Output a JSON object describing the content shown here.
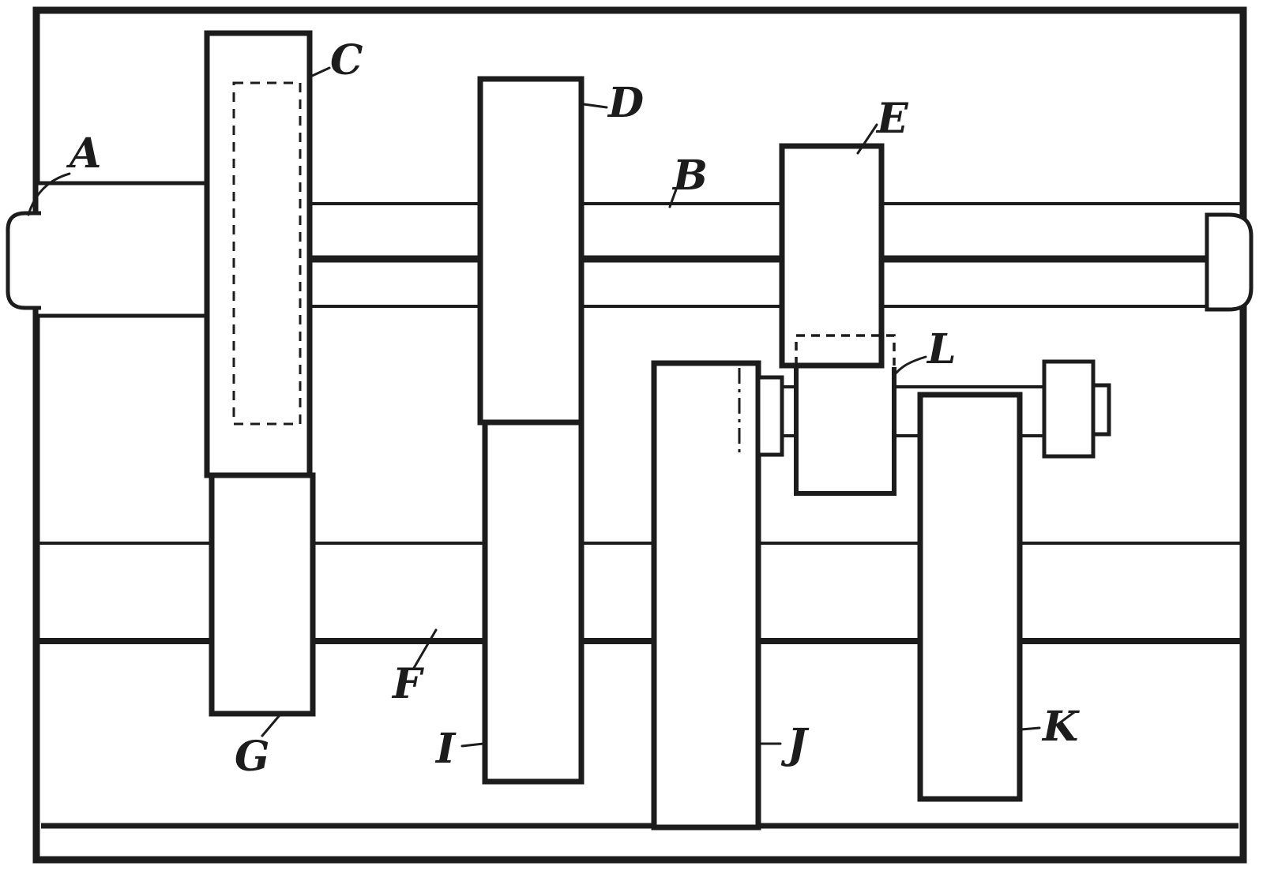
{
  "colors": {
    "ink": "#1c1c1c",
    "paper": "#ffffff"
  },
  "diagram": {
    "description_type": "gear-transmission-sectional-drawing",
    "labels": {
      "A": "A",
      "B": "B",
      "C": "C",
      "D": "D",
      "E": "E",
      "F": "F",
      "G": "G",
      "I": "I",
      "J": "J",
      "K": "K",
      "L": "L"
    }
  }
}
